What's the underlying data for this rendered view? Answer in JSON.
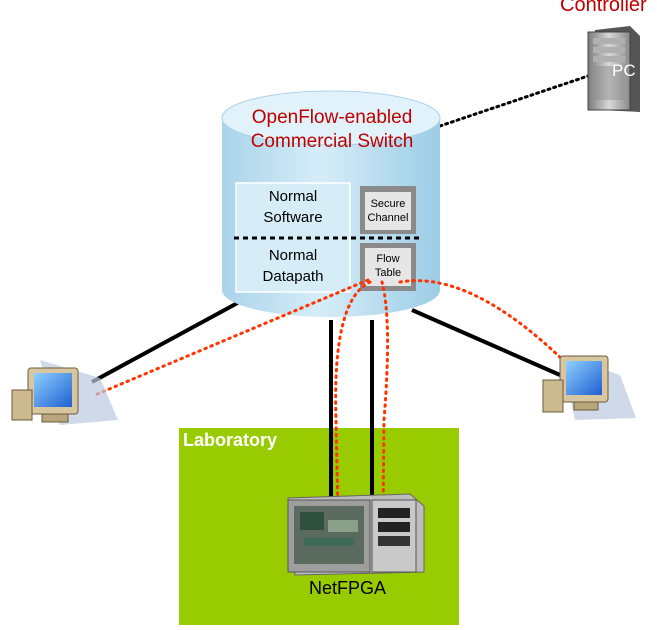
{
  "controller": {
    "label": "Controller",
    "pc_text": "PC"
  },
  "switch": {
    "title_line1": "OpenFlow-enabled",
    "title_line2": "Commercial Switch",
    "software_line1": "Normal",
    "software_line2": "Software",
    "datapath_line1": "Normal",
    "datapath_line2": "Datapath",
    "secure_line1": "Secure",
    "secure_line2": "Channel",
    "flow_line1": "Flow",
    "flow_line2": "Table"
  },
  "laboratory": {
    "label": "Laboratory"
  },
  "netfpga": {
    "label": "NetFPGA"
  },
  "colors": {
    "title_red": "#c00000",
    "lab_green": "#99cc00",
    "cylinder_fill": "#c8e4f2",
    "cylinder_top": "#e2f2fa",
    "dotted_red": "#ff3300",
    "dotted_black": "#000000"
  },
  "icons": [
    "server-icon",
    "computer-left-icon",
    "computer-right-icon",
    "netfpga-icon"
  ]
}
